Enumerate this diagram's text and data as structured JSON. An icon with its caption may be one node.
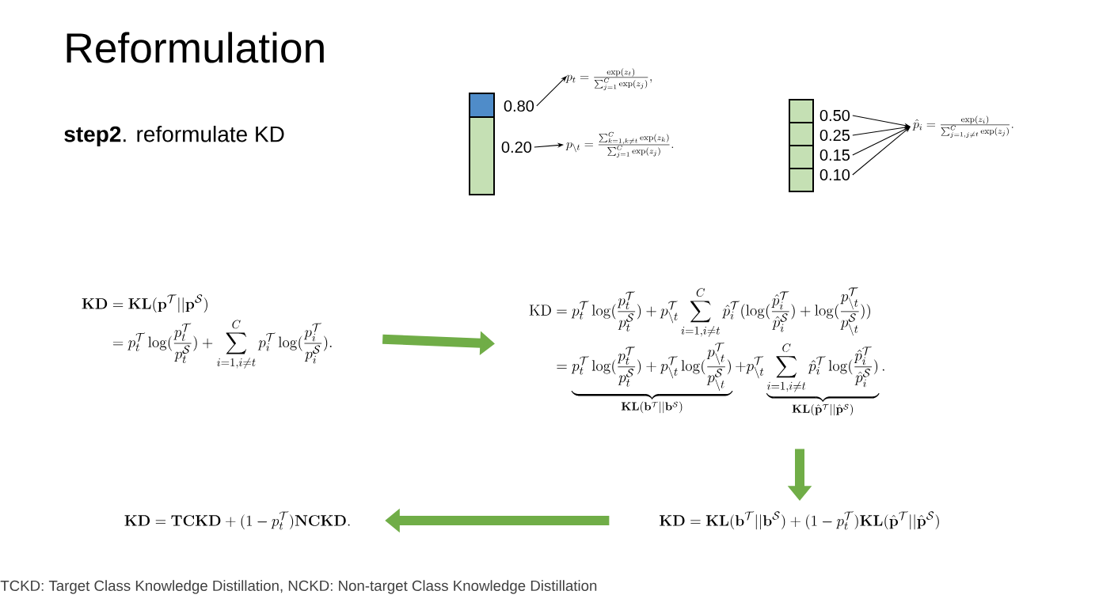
{
  "diagram": {
    "title": "Reformulation",
    "nodes": [
      {
        "text": [
          "0.80"
        ]
      },
      {
        "text": [
          "p_t = \\frac{\\exp(z_t)}{\\sum_{j=1}^{C}\\exp(z_j)},"
        ]
      },
      {
        "text": [
          "0.20"
        ]
      },
      {
        "text": [
          "p_{\\setminus t} = \\frac{\\sum_{k=1,k\\neq t}^{C}\\exp(z_k)}{\\sum_{j=1}^{C}\\exp(z_j)}."
        ]
      },
      {
        "text": [
          "0.50"
        ]
      },
      {
        "text": [
          "0.25"
        ]
      },
      {
        "text": [
          "0.15"
        ]
      },
      {
        "text": [
          "0.10"
        ]
      },
      {
        "text": [
          "\\hat{p}_i = \\frac{\\exp(z_i)}{\\sum_{j=1,j\\neq t}^{C}\\exp(z_j)}."
        ]
      },
      {
        "text": [
          "\\begin{aligned}\\mathbf{KD} &= \\mathbf{KL}(\\mathbf{p}^{\\mathcal{T}}||\\mathbf{p}^{\\mathcal{S}})\\\\ &= p_t^{\\mathcal{T}}\\log(\\frac{p_t^{\\mathcal{T}}}{p_t^{\\mathcal{S}}}) + \\sum_{i=1,i\\neq t}^{C} p_i^{\\mathcal{T}}\\log(\\frac{p_i^{\\mathcal{T}}}{p_i^{\\mathcal{S}}}).\\end{aligned}"
        ]
      },
      {
        "text": [
          "\\begin{aligned}\\mathrm{KD} &= p_t^{\\mathcal{T}}\\log(\\frac{p_t^{\\mathcal{T}}}{p_t^{\\mathcal{S}}}) + p_{\\setminus t}^{\\mathcal{T}}\\sum_{i=1,i\\neq t}^{C}\\hat{p}_i^{\\mathcal{T}}(\\log(\\frac{\\hat{p}_i^{\\mathcal{T}}}{\\hat{p}_i^{\\mathcal{S}}}) + \\log(\\frac{p_{\\setminus t}^{\\mathcal{T}}}{p_{\\setminus t}^{\\mathcal{S}}}))\\\\ &= \\underbrace{p_t^{\\mathcal{T}}\\log(\\frac{p_t^{\\mathcal{T}}}{p_t^{\\mathcal{S}}}) + p_{\\setminus t}^{\\mathcal{T}}\\log(\\frac{p_{\\setminus t}^{\\mathcal{T}}}{p_{\\setminus t}^{\\mathcal{S}}})}_{\\mathbf{KL}(\\mathbf{b}^{\\mathcal{T}}||\\mathbf{b}^{\\mathcal{S}})} + p_{\\setminus t}^{\\mathcal{T}}\\underbrace{\\sum_{i=1,i\\neq t}^{C}\\hat{p}_i^{\\mathcal{T}}\\log(\\frac{\\hat{p}_i^{\\mathcal{T}}}{\\hat{p}_i^{\\mathcal{S}}})}_{\\mathbf{KL}(\\hat{\\mathbf{p}}^{\\mathcal{T}}||\\hat{\\mathbf{p}}^{\\mathcal{S}})}.\\end{aligned}"
        ]
      },
      {
        "text": [
          "\\mathbf{KD} = \\mathbf{KL}(\\mathbf{b}^{\\mathcal{T}}||\\mathbf{b}^{\\mathcal{S}}) + (1 - p_t^{\\mathcal{T}})\\mathbf{KL}(\\hat{\\mathbf{p}}^{\\mathcal{T}}||\\hat{\\mathbf{p}}^{\\mathcal{S}})"
        ]
      },
      {
        "text": [
          "\\mathbf{KD} = \\mathbf{TCKD} + (1 - p_t^{\\mathcal{T}})\\mathbf{NCKD}."
        ]
      }
    ],
    "edges": [
      {
        "from": 0,
        "to": 1,
        "arrow": "to"
      },
      {
        "from": 2,
        "to": 3,
        "arrow": "to"
      },
      {
        "from": 4,
        "to": 8,
        "arrow": "to"
      },
      {
        "from": 5,
        "to": 8,
        "arrow": "to"
      },
      {
        "from": 6,
        "to": 8,
        "arrow": "to"
      },
      {
        "from": 7,
        "to": 8,
        "arrow": "to"
      },
      {
        "from": 9,
        "to": 10,
        "arrow": "to",
        "style": "thick",
        "color": "#70ad47"
      },
      {
        "from": 10,
        "to": 11,
        "arrow": "to",
        "style": "thick",
        "color": "#70ad47"
      },
      {
        "from": 11,
        "to": 12,
        "arrow": "to",
        "style": "thick",
        "color": "#70ad47"
      }
    ],
    "labels": [
      "**step2**. reformulate KD",
      "TCKD: Target Class Knowledge Distillation,  NCKD: Non-target Class Knowledge Distillation"
    ]
  }
}
